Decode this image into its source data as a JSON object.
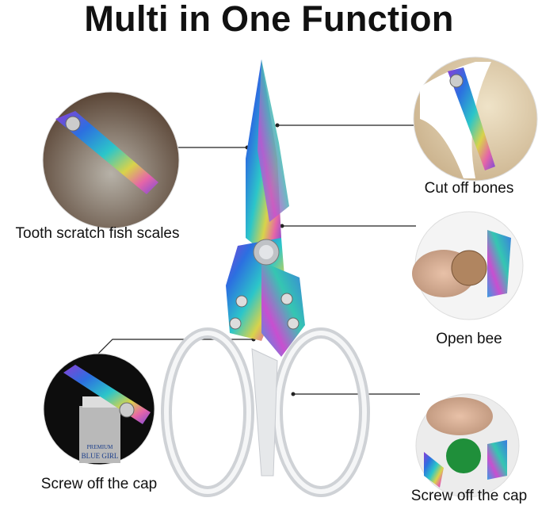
{
  "title": "Multi in One Function",
  "features": [
    {
      "label": "Tooth scratch fish scales"
    },
    {
      "label": "Cut off bones"
    },
    {
      "label": "Open bee"
    },
    {
      "label": "Screw off the cap"
    },
    {
      "label": "Screw off the cap"
    }
  ],
  "bottle_text": [
    "PREMIUM",
    "BLUE GIRL"
  ]
}
